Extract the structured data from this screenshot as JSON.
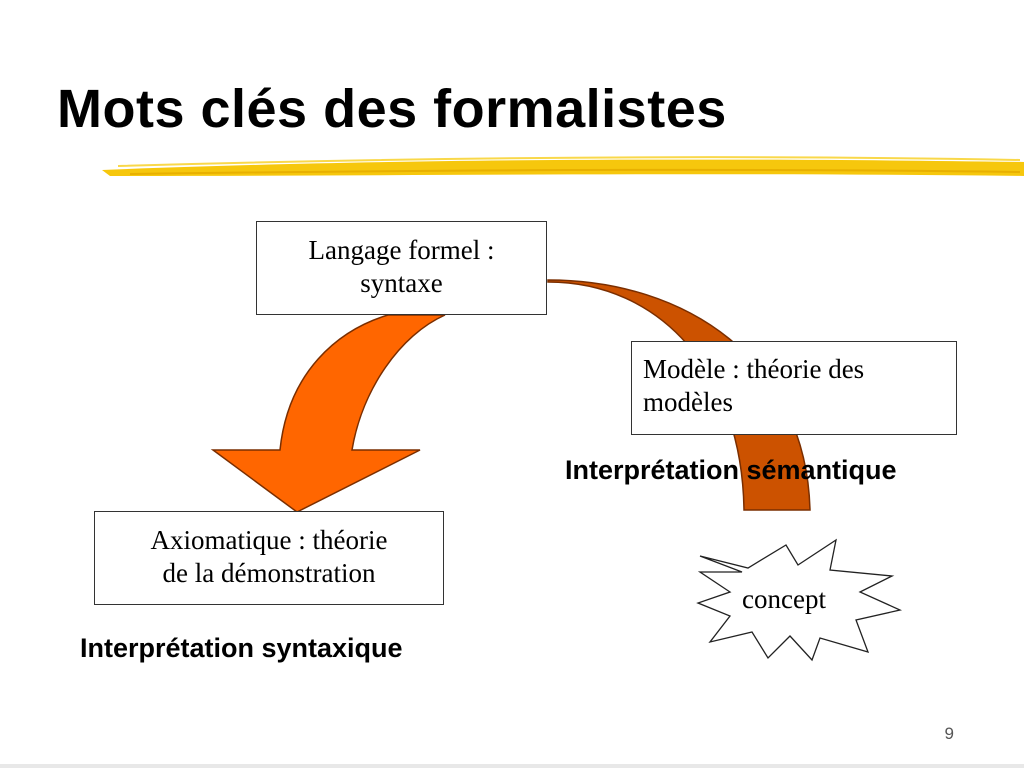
{
  "slide": {
    "title": "Mots clés des formalistes",
    "page_number": "9"
  },
  "diagram": {
    "nodes": {
      "langage": {
        "line1": "Langage formel :",
        "line2": "syntaxe"
      },
      "modele": {
        "line1": "Modèle : théorie des",
        "line2": "modèles"
      },
      "axiomatique": {
        "line1": "Axiomatique : théorie",
        "line2": "de la démonstration"
      },
      "concept": {
        "text": "concept"
      }
    },
    "labels": {
      "semantique": "Interprétation sémantique",
      "syntaxique": "Interprétation syntaxique"
    },
    "edges": [
      {
        "from": "langage",
        "to": "axiomatique",
        "label_ref": "syntaxique",
        "arrowhead": true
      },
      {
        "from": "langage",
        "to": "modele",
        "label_ref": "semantique",
        "arrowhead": false
      }
    ]
  },
  "colors": {
    "arrow_left": "#FF6600",
    "arrow_right": "#CC5200",
    "arrow_stroke": "#7a2e00",
    "underline": "#F5C400"
  }
}
